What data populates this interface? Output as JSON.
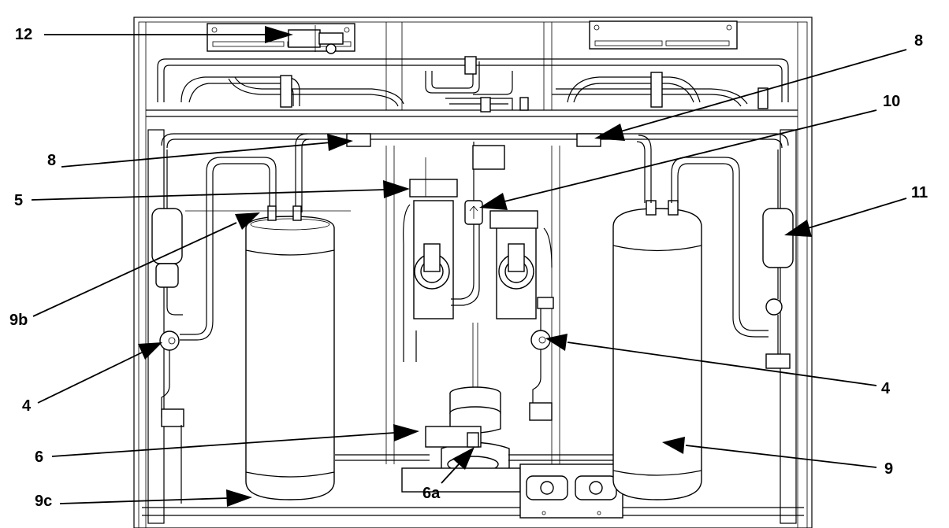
{
  "callouts": [
    {
      "id": "c12",
      "label": "12"
    },
    {
      "id": "c8a",
      "label": "8"
    },
    {
      "id": "c8b",
      "label": "8"
    },
    {
      "id": "c10",
      "label": "10"
    },
    {
      "id": "c5",
      "label": "5"
    },
    {
      "id": "c11",
      "label": "11"
    },
    {
      "id": "c9b",
      "label": "9b"
    },
    {
      "id": "c4a",
      "label": "4"
    },
    {
      "id": "c4b",
      "label": "4"
    },
    {
      "id": "c6",
      "label": "6"
    },
    {
      "id": "c9",
      "label": "9"
    },
    {
      "id": "c6a",
      "label": "6a"
    },
    {
      "id": "c9c",
      "label": "9c"
    }
  ]
}
